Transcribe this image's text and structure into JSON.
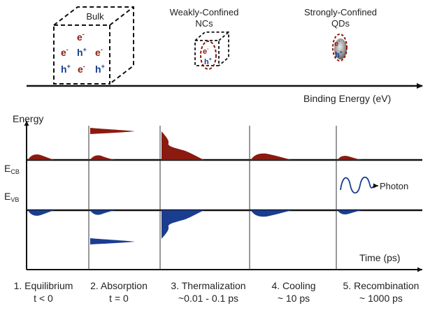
{
  "top_panel": {
    "bulk_label": "Bulk",
    "nc_label_line1": "Weakly-Confined",
    "nc_label_line2": "NCs",
    "qd_label_line1": "Strongly-Confined",
    "qd_label_line2": "QDs",
    "axis_label": "Binding Energy (eV)",
    "electron_symbol": "e",
    "hole_symbol": "h",
    "electron_charge": "-",
    "hole_charge": "+"
  },
  "bottom_panel": {
    "energy_label": "Energy",
    "ecb_main": "E",
    "ecb_sub": "CB",
    "evb_main": "E",
    "evb_sub": "VB",
    "time_label": "Time (ps)",
    "photon_label": "Photon"
  },
  "stages": [
    {
      "name": "1. Equilibrium",
      "time": "t < 0"
    },
    {
      "name": "2. Absorption",
      "time": "t = 0"
    },
    {
      "name": "3. Thermalization",
      "time": "~0.01 - 0.1 ps"
    },
    {
      "name": "4. Cooling",
      "time": "~ 10 ps"
    },
    {
      "name": "5. Recombination",
      "time": "~ 1000 ps"
    }
  ],
  "colors": {
    "electron": "#8b1a10",
    "hole": "#1a3d8f",
    "line": "#111111"
  }
}
